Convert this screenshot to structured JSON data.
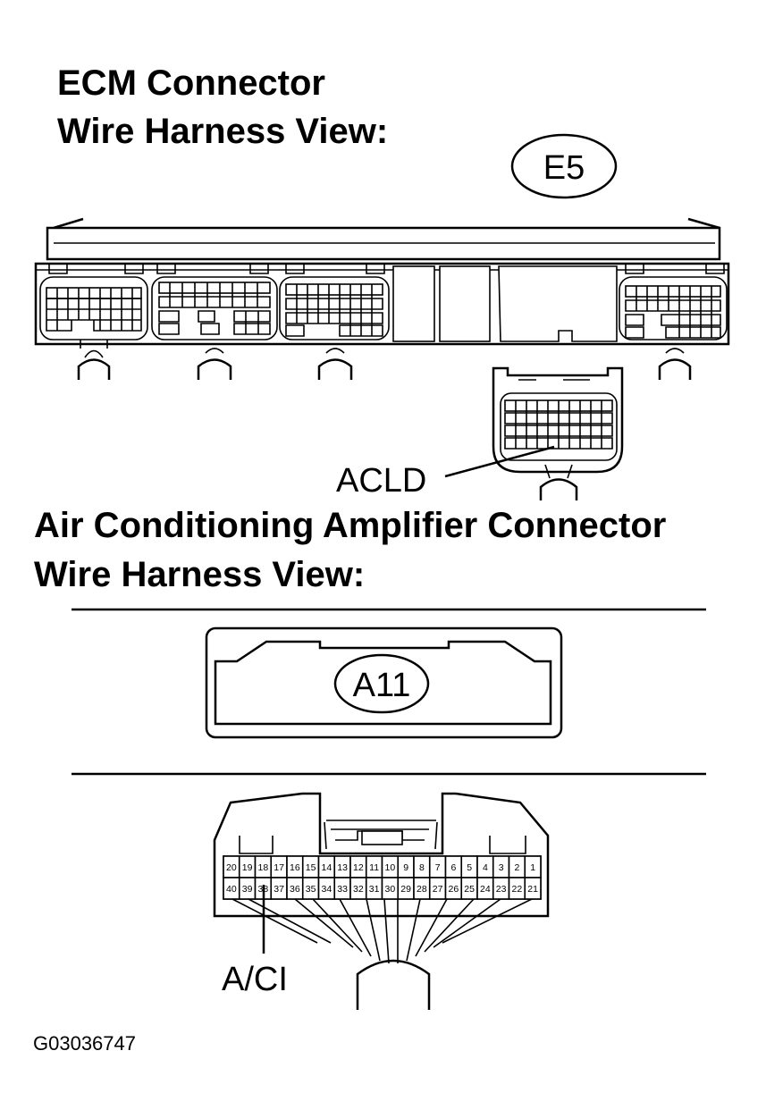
{
  "ecm_section": {
    "title_line1": "ECM Connector",
    "title_line2": "Wire Harness View:",
    "connector_code": "E5",
    "pin_callout": "ACLD"
  },
  "amp_section": {
    "title_line1": "Air Conditioning Amplifier Connector",
    "title_line2": "Wire Harness View:",
    "connector_code": "A11",
    "pin_callout": "A/CI",
    "pins_top_row": [
      "20",
      "19",
      "18",
      "17",
      "16",
      "15",
      "14",
      "13",
      "12",
      "11",
      "10",
      "9",
      "8",
      "7",
      "6",
      "5",
      "4",
      "3",
      "2",
      "1"
    ],
    "pins_bottom_row": [
      "40",
      "39",
      "38",
      "37",
      "36",
      "35",
      "34",
      "33",
      "32",
      "31",
      "30",
      "29",
      "28",
      "27",
      "26",
      "25",
      "24",
      "23",
      "22",
      "21"
    ]
  },
  "figure_id": "G03036747"
}
